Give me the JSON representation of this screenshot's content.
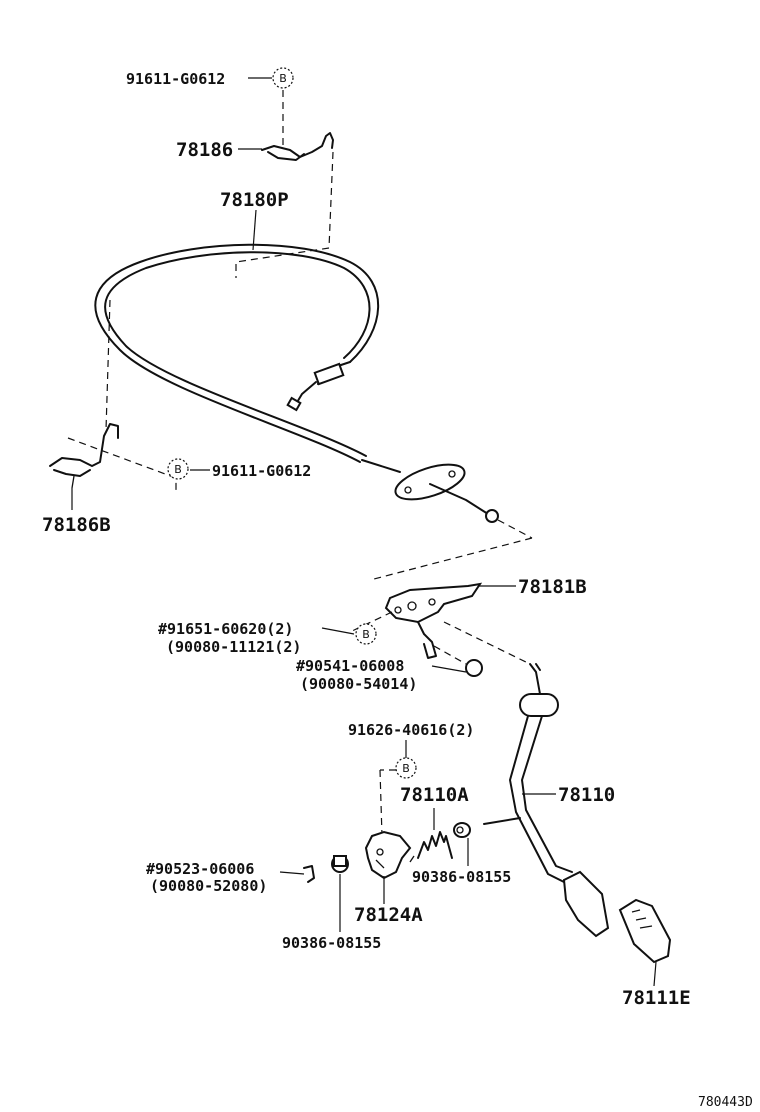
{
  "parts": {
    "clip_upper_bolt": "91611-G0612",
    "clip_upper": "78186",
    "cable": "78180P",
    "clip_lower_bolt": "91611-G0612",
    "clip_lower": "78186B",
    "bracket": "78181B",
    "bracket_bolt": "#91651-60620(2)",
    "bracket_bolt_alt": "(90080-11121(2)",
    "nut": "#90541-06008",
    "nut_alt": "(90080-54014)",
    "stopper_bolt": "91626-40616(2)",
    "spring": "78110A",
    "pedal_arm": "78110",
    "bushing_right": "90386-08155",
    "clip_small": "#90523-06006",
    "clip_small_alt": "(90080-52080)",
    "bracket_lower": "78124A",
    "bushing_left": "90386-08155",
    "pedal_pad": "78111E"
  },
  "callout_letter": "B",
  "diagram_id": "780443D"
}
